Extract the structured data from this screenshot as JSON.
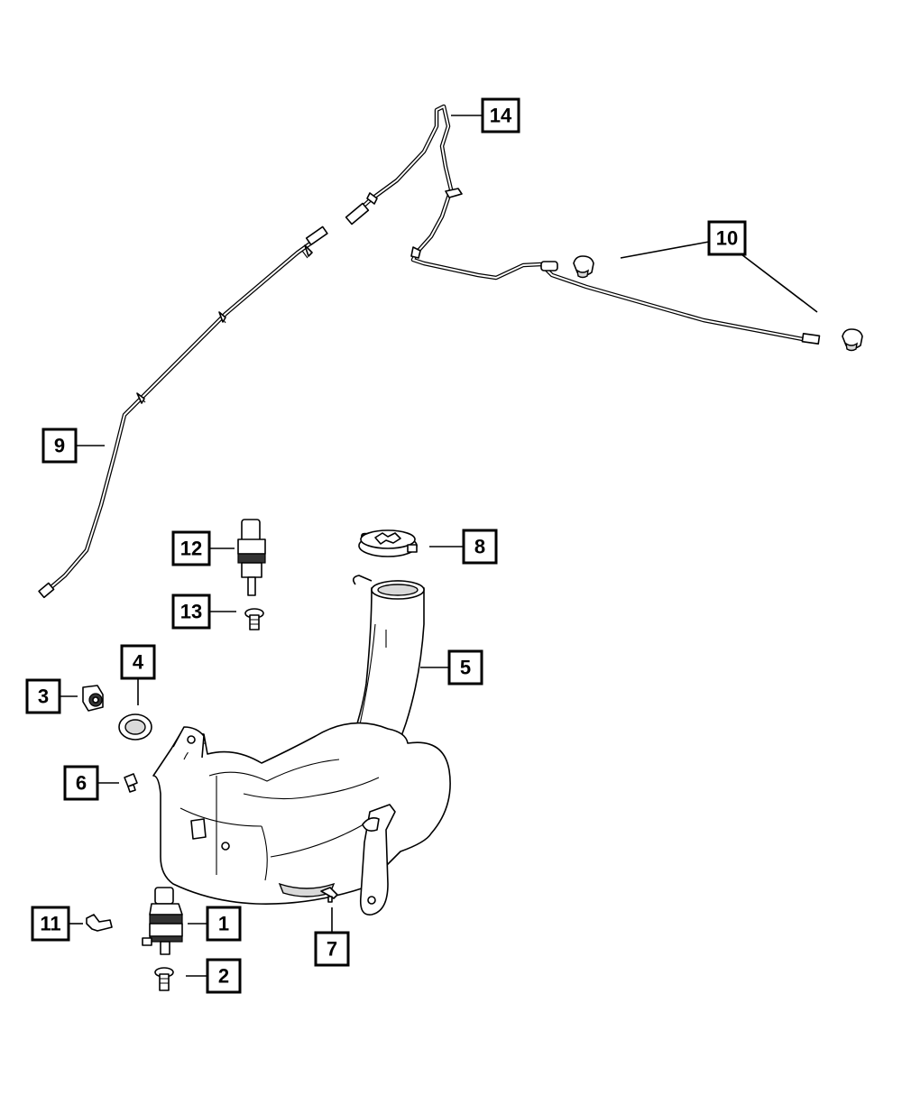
{
  "diagram": {
    "callouts": [
      {
        "id": "c1",
        "label": "1"
      },
      {
        "id": "c2",
        "label": "2"
      },
      {
        "id": "c3",
        "label": "3"
      },
      {
        "id": "c4",
        "label": "4"
      },
      {
        "id": "c5",
        "label": "5"
      },
      {
        "id": "c6",
        "label": "6"
      },
      {
        "id": "c7",
        "label": "7"
      },
      {
        "id": "c8",
        "label": "8"
      },
      {
        "id": "c9",
        "label": "9"
      },
      {
        "id": "c10",
        "label": "10"
      },
      {
        "id": "c11",
        "label": "11"
      },
      {
        "id": "c12",
        "label": "12"
      },
      {
        "id": "c13",
        "label": "13"
      },
      {
        "id": "c14",
        "label": "14"
      }
    ]
  },
  "colors": {
    "line": "#000000",
    "background": "#ffffff",
    "shade": "#d9d9d9"
  }
}
